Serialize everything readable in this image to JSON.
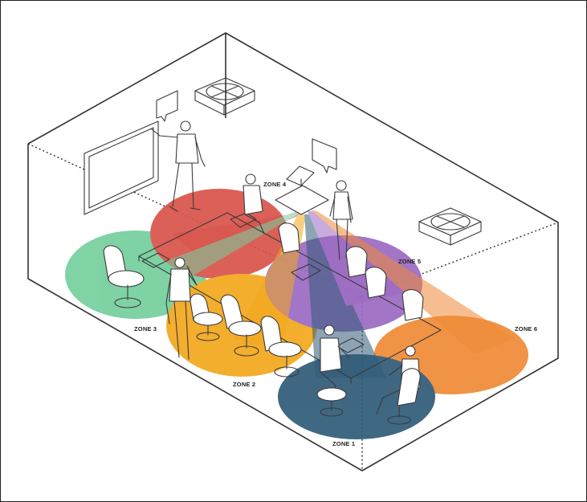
{
  "diagram": {
    "zones": [
      {
        "id": "zone-1",
        "label": "ZONE 1",
        "color": "#2f5b78"
      },
      {
        "id": "zone-2",
        "label": "ZONE 2",
        "color": "#f3a81c"
      },
      {
        "id": "zone-3",
        "label": "ZONE 3",
        "color": "#74cf9d"
      },
      {
        "id": "zone-4",
        "label": "ZONE 4",
        "color": "#d9534a"
      },
      {
        "id": "zone-5",
        "label": "ZONE 5",
        "color": "#9b6ac2"
      },
      {
        "id": "zone-6",
        "label": "ZONE 6",
        "color": "#ef8a36"
      }
    ],
    "colors": {
      "line": "#333333",
      "background": "#ffffff",
      "ceiling_array": "#ffffff"
    }
  }
}
